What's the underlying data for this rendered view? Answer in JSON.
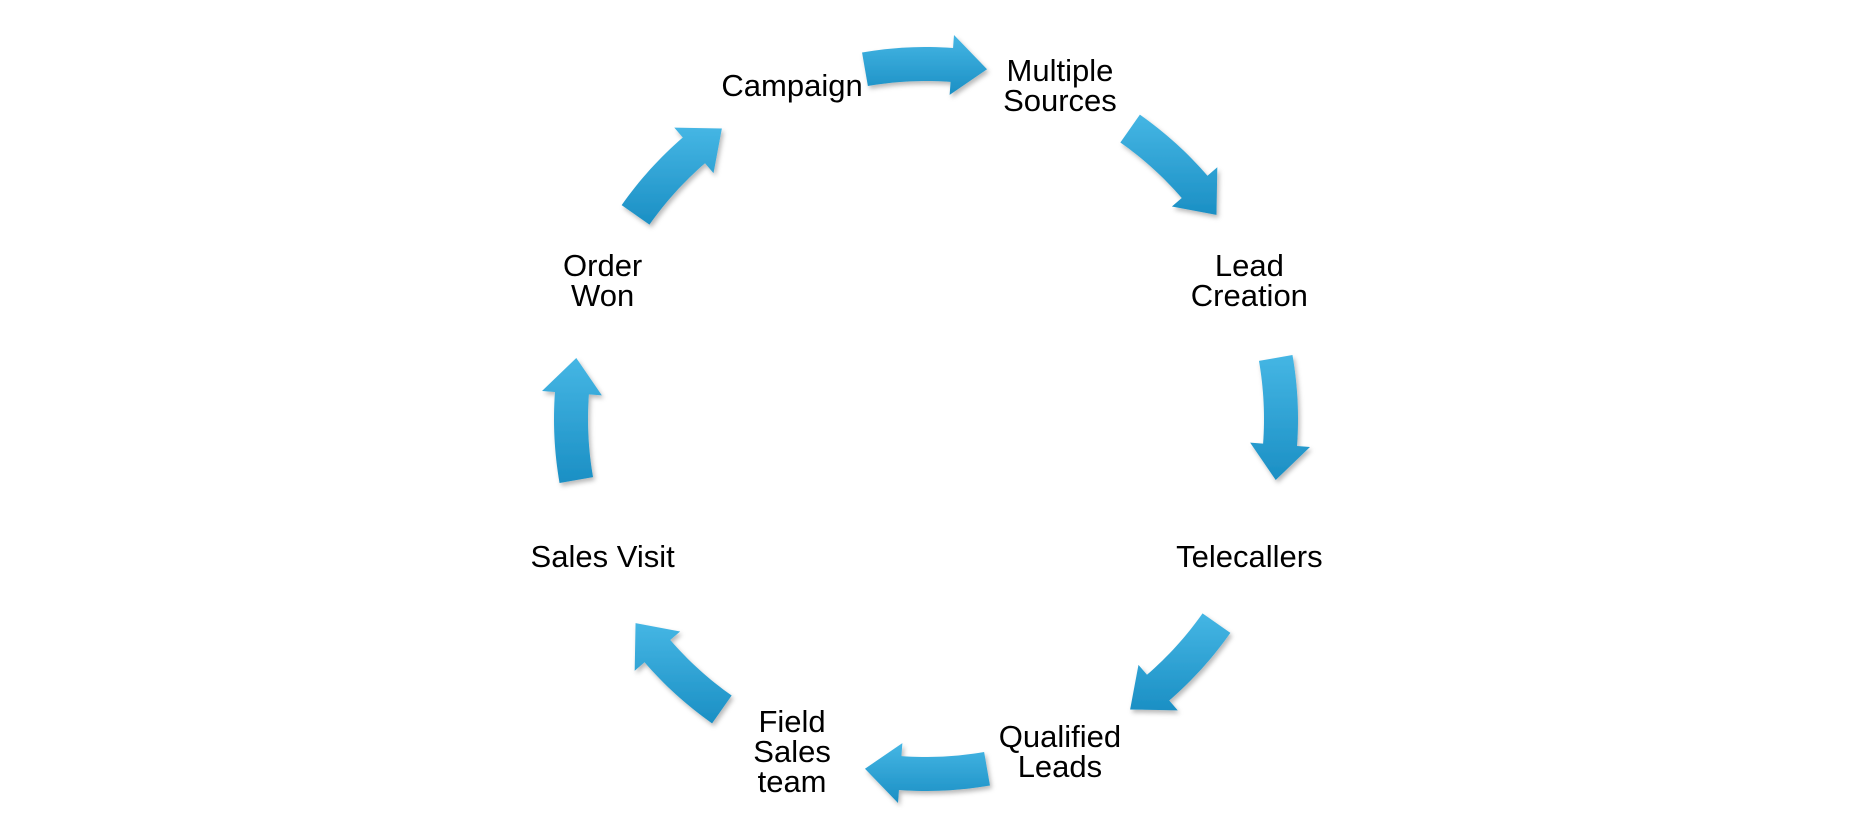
{
  "diagram": {
    "type": "cycle",
    "arrow_color_light": "#45b6e4",
    "arrow_color_dark": "#1b8fc4",
    "nodes": [
      {
        "id": "campaign",
        "lines": [
          "Campaign"
        ]
      },
      {
        "id": "multiple-sources",
        "lines": [
          "Multiple",
          "Sources"
        ]
      },
      {
        "id": "lead-creation",
        "lines": [
          "Lead",
          "Creation"
        ]
      },
      {
        "id": "telecallers",
        "lines": [
          "Telecallers"
        ]
      },
      {
        "id": "qualified-leads",
        "lines": [
          "Qualified",
          "Leads"
        ]
      },
      {
        "id": "field-sales-team",
        "lines": [
          "Field",
          "Sales",
          "team"
        ]
      },
      {
        "id": "sales-visit",
        "lines": [
          "Sales Visit"
        ]
      },
      {
        "id": "order-won",
        "lines": [
          "Order",
          "Won"
        ]
      }
    ],
    "flow": [
      {
        "from": "campaign",
        "to": "multiple-sources"
      },
      {
        "from": "multiple-sources",
        "to": "lead-creation"
      },
      {
        "from": "lead-creation",
        "to": "telecallers"
      },
      {
        "from": "telecallers",
        "to": "qualified-leads"
      },
      {
        "from": "qualified-leads",
        "to": "field-sales-team"
      },
      {
        "from": "field-sales-team",
        "to": "sales-visit"
      },
      {
        "from": "sales-visit",
        "to": "order-won"
      },
      {
        "from": "order-won",
        "to": "campaign"
      }
    ]
  }
}
